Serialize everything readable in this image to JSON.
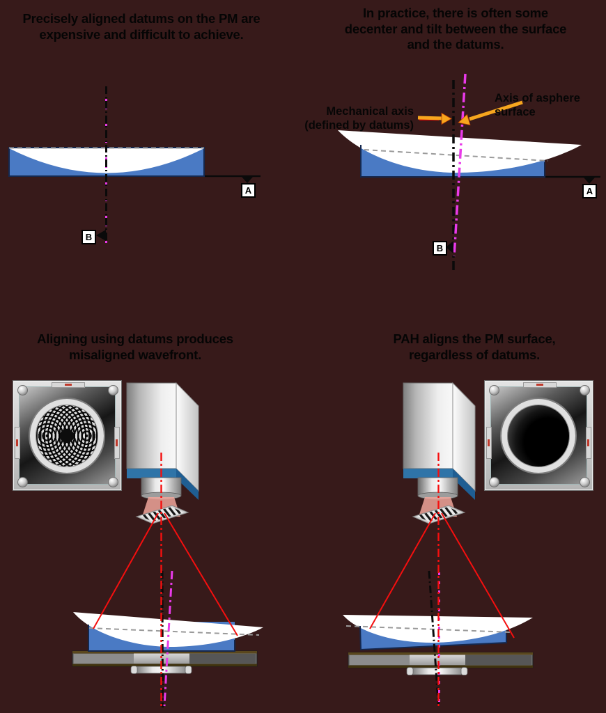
{
  "figure": {
    "topic": "Primary mirror (PM) datum alignment vs PAH surface alignment",
    "background_color": "#371a1a"
  },
  "panels": {
    "top_left": {
      "caption_lines": [
        "Precisely aligned datums on the PM are",
        "expensive and difficult to achieve."
      ],
      "datum_a": "A",
      "datum_b": "B"
    },
    "top_right": {
      "caption_lines": [
        "In practice, there is often some",
        "decenter and tilt between the surface",
        "and the datums."
      ],
      "label_mechanical_axis_lines": [
        "Mechanical axis",
        "(defined by datums)"
      ],
      "label_asphere_axis_lines": [
        "Axis of asphere",
        "surface"
      ],
      "datum_a": "A",
      "datum_b": "B"
    },
    "bottom_left": {
      "caption_lines": [
        "Aligning using datums produces",
        "misaligned wavefront."
      ]
    },
    "bottom_right": {
      "caption_lines": [
        "PAH aligns the PM surface,",
        "regardless of datums."
      ]
    }
  },
  "colors": {
    "background": "#371a1a",
    "caption_text": "#050505",
    "mirror_blue": "#4a7ac4",
    "mirror_border_navy": "#15284e",
    "surface_white": "#ffffff",
    "datum_dash_gray": "#9a9a9a",
    "mechanical_axis_black": "#0a0a0a",
    "asphere_axis_magenta": "#e93ae9",
    "interferometer_axis_red": "#f50f0f",
    "interferometer_blue_band": "#2f74a8",
    "arrow_orange": "#f7a61e",
    "arrow_outline_red": "#d40000",
    "mount_olive_brown": "#5a471d"
  }
}
